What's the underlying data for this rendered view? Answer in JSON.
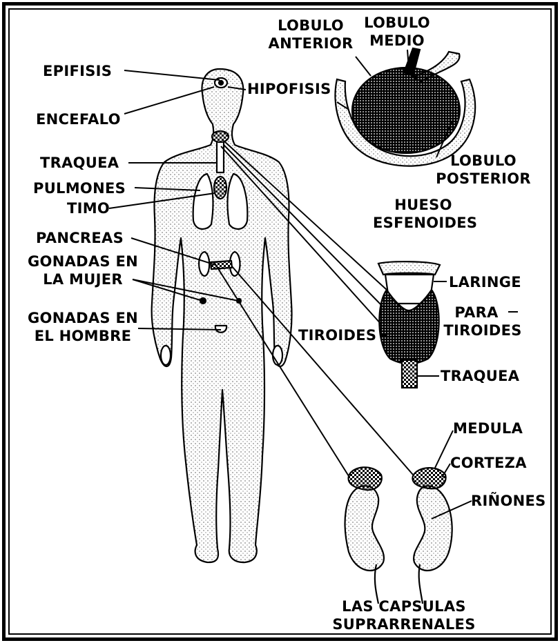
{
  "colors": {
    "ink": "#000000",
    "paper": "#ffffff"
  },
  "labels": {
    "epifisis": "EPIFISIS",
    "encefalo": "ENCEFALO",
    "hipofisis": "HIPOFISIS",
    "traquea_left": "TRAQUEA",
    "pulmones": "PULMONES",
    "timo": "TIMO",
    "pancreas": "PANCREAS",
    "gonadas_mujer_1": "GONADAS EN",
    "gonadas_mujer_2": "LA MUJER",
    "gonadas_hombre_1": "GONADAS EN",
    "gonadas_hombre_2": "EL HOMBRE",
    "lobulo_anterior_1": "LOBULO",
    "lobulo_anterior_2": "ANTERIOR",
    "lobulo_medio_1": "LOBULO",
    "lobulo_medio_2": "MEDIO",
    "lobulo_posterior_1": "LOBULO",
    "lobulo_posterior_2": "POSTERIOR",
    "hueso_1": "HUESO",
    "hueso_2": "ESFENOIDES",
    "laringe": "LARINGE",
    "para_1": "PARA",
    "para_2": "TIROIDES",
    "tiroides": "TIROIDES",
    "traquea_right": "TRAQUEA",
    "medula": "MEDULA",
    "corteza": "CORTEZA",
    "rinones": "RIÑONES",
    "capsulas_1": "LAS CAPSULAS",
    "capsulas_2": "SUPRARRENALES"
  }
}
